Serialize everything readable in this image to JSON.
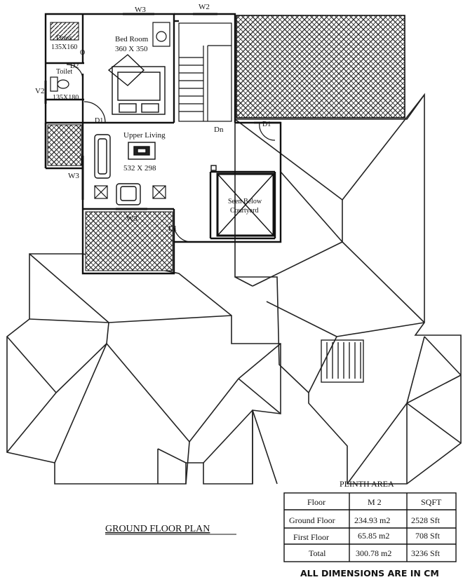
{
  "labels": {
    "w3_top": "W3",
    "w2_top": "W2",
    "dress": "Dress",
    "dress_dim": "135X160",
    "o": "O",
    "bedroom": "Bed Room",
    "bedroom_dim": "360 X 350",
    "toilet": "Toilet",
    "d2": "D2",
    "toilet_dim": "135X180",
    "v2": "V2",
    "d1_left": "D1",
    "d1_right": "D1",
    "dn": "Dn",
    "upper_living": "Upper Living",
    "living_dim": "532 X 298",
    "w3_left": "W3",
    "seen_below_1": "Seen Below",
    "seen_below_2": "Courtyard",
    "w3_bottom": "W3",
    "d1_bottom": "D1"
  },
  "plan_title": "GROUND FLOOR PLAN",
  "plinth": {
    "title": "PLINTH AREA",
    "headers": [
      "Floor",
      "M 2",
      "SQFT"
    ],
    "rows": [
      [
        "Ground Floor",
        "234.93 m2",
        "2528 Sft"
      ],
      [
        "First Floor",
        "65.85 m2",
        "708 Sft"
      ],
      [
        "Total",
        "300.78 m2",
        "3236 Sft"
      ]
    ]
  },
  "footer_note": "ALL DIMENSIONS ARE IN CM"
}
